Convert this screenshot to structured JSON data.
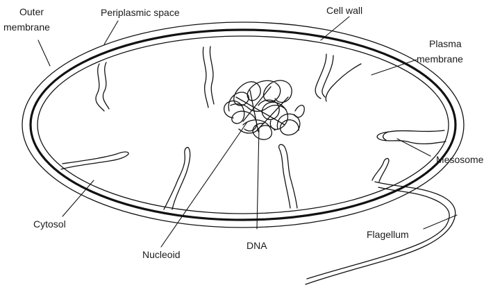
{
  "labels": {
    "outer_membrane_line1": "Outer",
    "outer_membrane_line2": "membrane",
    "periplasmic_space": "Periplasmic space",
    "cell_wall": "Cell wall",
    "plasma_membrane_line1": "Plasma",
    "plasma_membrane_line2": "membrane",
    "mesosome": "Mesosome",
    "cytosol": "Cytosol",
    "flagellum": "Flagellum",
    "nucleoid": "Nucleoid",
    "dna": "DNA"
  },
  "colors": {
    "ink": "#111111",
    "background": "#ffffff"
  }
}
